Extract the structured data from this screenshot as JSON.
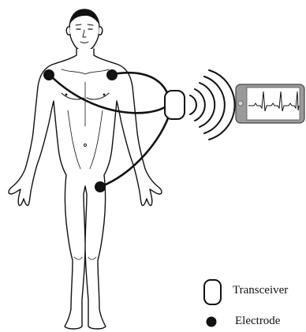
{
  "colors": {
    "ink": "#111111",
    "skin": "#ffffff",
    "background": "#ffffff",
    "phone_body": "#9a9a9a",
    "phone_screen": "#ffffff"
  },
  "icons": {
    "transceiver": "transceiver-icon",
    "electrode": "electrode-icon",
    "signal": "wireless-signal-icon",
    "phone": "smartphone-ecg-icon",
    "figure": "human-body-figure"
  },
  "legend": {
    "transceiver_label": "Transceiver",
    "electrode_label": "Electrode"
  }
}
